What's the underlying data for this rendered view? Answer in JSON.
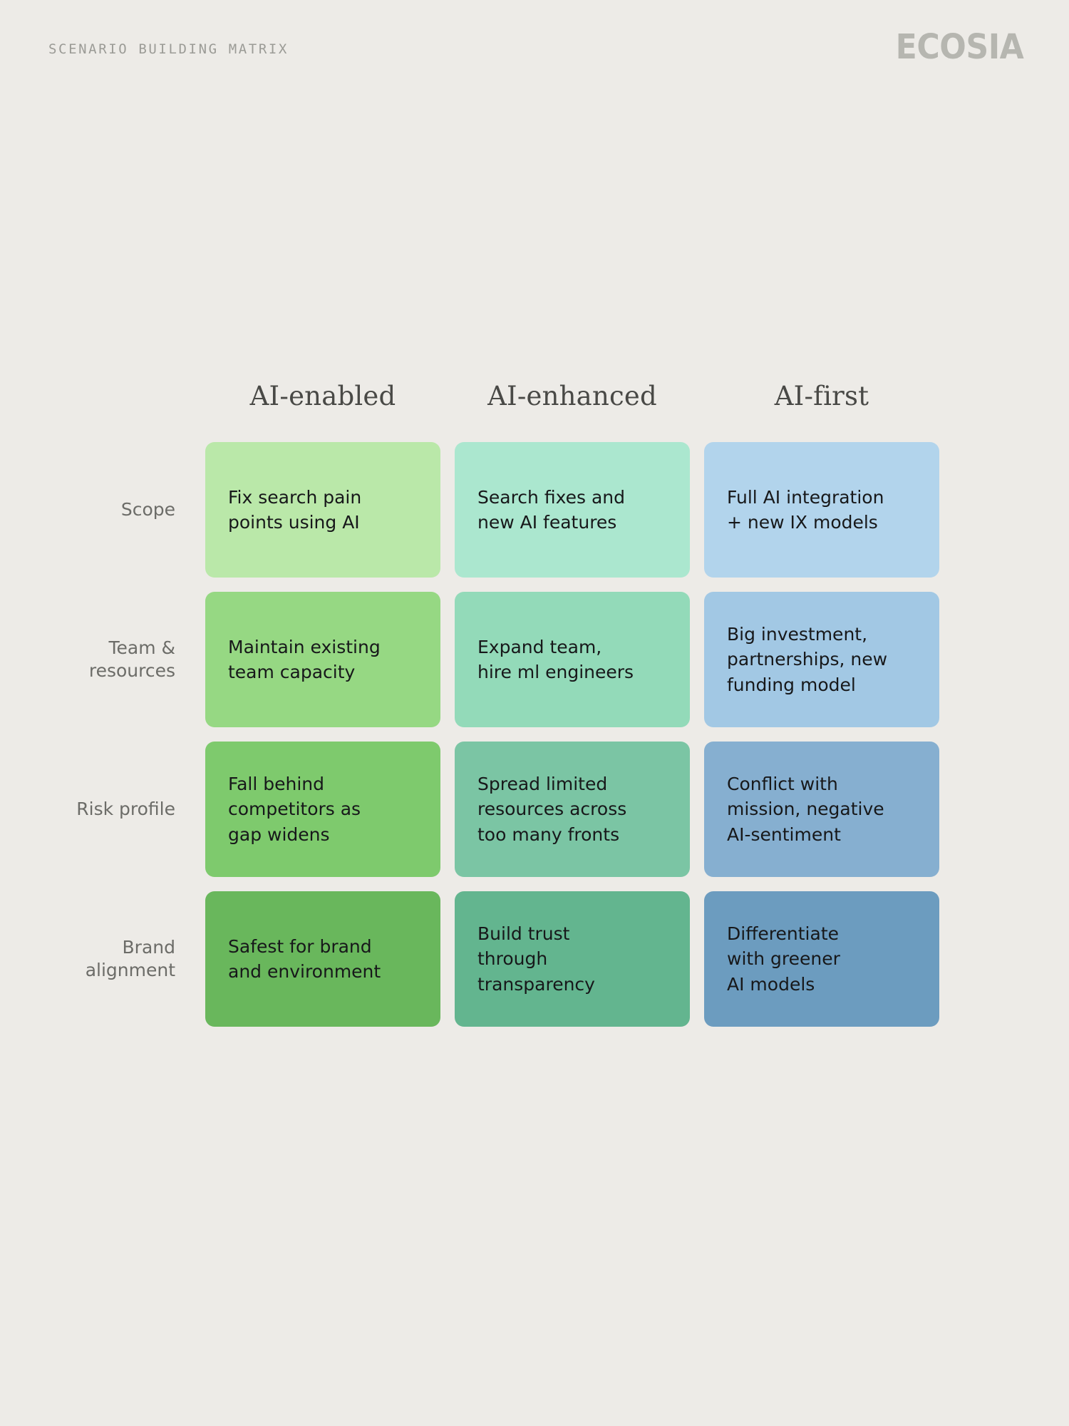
{
  "header": {
    "eyebrow": "SCENARIO BUILDING MATRIX",
    "logo": "ECOSIA",
    "eyebrow_color": "#9B9B96",
    "logo_color": "#B6B6B0",
    "background_color": "#EDEBE7"
  },
  "matrix": {
    "corner_label": "",
    "columns": [
      {
        "label": "AI-enabled"
      },
      {
        "label": "AI-enhanced"
      },
      {
        "label": "AI-first"
      }
    ],
    "rows": [
      {
        "label": "Scope",
        "cells": [
          {
            "text": "Fix search pain\npoints using AI",
            "color": "#BAE8A9"
          },
          {
            "text": "Search fixes and\nnew AI features",
            "color": "#ABE7CF"
          },
          {
            "text": "Full AI integration\n+ new IX models",
            "color": "#B2D4EC"
          }
        ]
      },
      {
        "label": "Team &\nresources",
        "cells": [
          {
            "text": "Maintain existing\nteam capacity",
            "color": "#96D883"
          },
          {
            "text": "Expand team,\nhire ml engineers",
            "color": "#93DAB9"
          },
          {
            "text": "Big investment,\npartnerships, new\nfunding model",
            "color": "#A2C8E4"
          }
        ]
      },
      {
        "label": "Risk\nprofile",
        "cells": [
          {
            "text": "Fall behind\ncompetitors as\ngap widens",
            "color": "#7ECA6D"
          },
          {
            "text": "Spread limited\nresources across\ntoo many fronts",
            "color": "#7BC5A4"
          },
          {
            "text": "Conflict with\nmission, negative\nAI-sentiment",
            "color": "#86AFD0"
          }
        ]
      },
      {
        "label": "Brand\nalignment",
        "cells": [
          {
            "text": "Safest for brand\nand environment",
            "color": "#69B75C"
          },
          {
            "text": "Build trust\nthrough\ntransparency",
            "color": "#63B58F"
          },
          {
            "text": "Differentiate\nwith greener\nAI models",
            "color": "#6C9CBF"
          }
        ]
      }
    ]
  }
}
